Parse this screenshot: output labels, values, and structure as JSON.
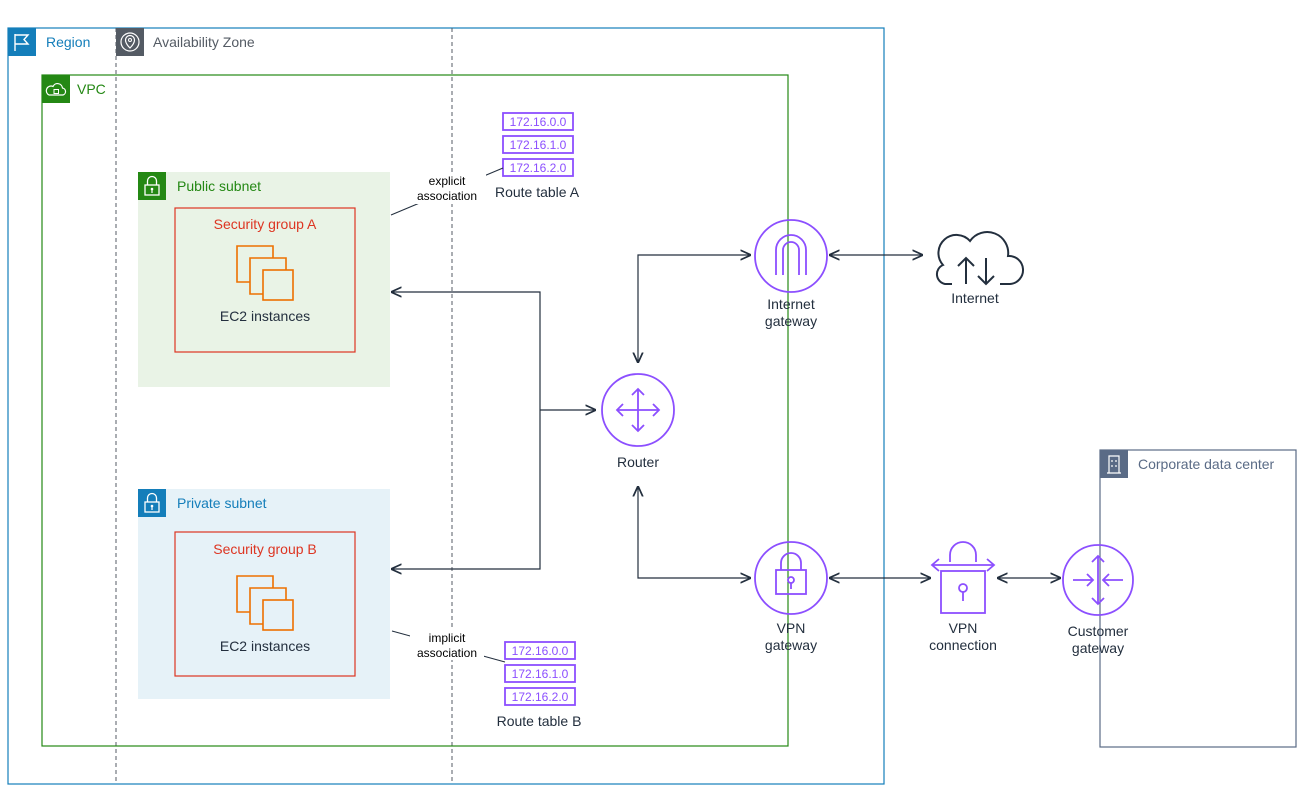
{
  "region": {
    "label": "Region",
    "color": "#147eba"
  },
  "availability_zone": {
    "label": "Availability Zone",
    "color": "#545b64"
  },
  "vpc": {
    "label": "VPC",
    "color": "#248814"
  },
  "public_subnet": {
    "label": "Public subnet",
    "color": "#248814",
    "fill": "#e9f3e6",
    "security_group": {
      "label": "Security group A",
      "color": "#dd3522"
    },
    "instances_label": "EC2 instances",
    "association_line1": "explicit",
    "association_line2": "association"
  },
  "private_subnet": {
    "label": "Private subnet",
    "color": "#147eba",
    "fill": "#e6f2f8",
    "security_group": {
      "label": "Security group B",
      "color": "#dd3522"
    },
    "instances_label": "EC2 instances",
    "association_line1": "implicit",
    "association_line2": "association"
  },
  "route_table_a": {
    "label": "Route table A",
    "routes": [
      "172.16.0.0",
      "172.16.1.0",
      "172.16.2.0"
    ]
  },
  "route_table_b": {
    "label": "Route table B",
    "routes": [
      "172.16.0.0",
      "172.16.1.0",
      "172.16.2.0"
    ]
  },
  "router": {
    "label": "Router"
  },
  "internet_gateway": {
    "line1": "Internet",
    "line2": "gateway"
  },
  "internet": {
    "label": "Internet"
  },
  "vpn_gateway": {
    "line1": "VPN",
    "line2": "gateway"
  },
  "vpn_connection": {
    "line1": "VPN",
    "line2": "connection"
  },
  "customer_gateway": {
    "line1": "Customer",
    "line2": "gateway"
  },
  "corporate_data_center": {
    "label": "Corporate data center",
    "color": "#5a6b86"
  },
  "colors": {
    "network": "#8c4fff",
    "compute": "#ed7100",
    "arrow": "#232f3e"
  },
  "icons": {
    "region": "flag-icon",
    "availability_zone": "location-pin-icon",
    "vpc": "cloud-lock-icon",
    "subnet": "lock-icon",
    "instances": "ec2-instances-icon",
    "router": "router-icon",
    "internet_gateway": "internet-gateway-icon",
    "internet": "cloud-upload-download-icon",
    "vpn_gateway": "vpn-gateway-lock-icon",
    "vpn_connection": "vpn-connection-icon",
    "customer_gateway": "customer-gateway-icon",
    "corporate_data_center": "building-icon"
  }
}
